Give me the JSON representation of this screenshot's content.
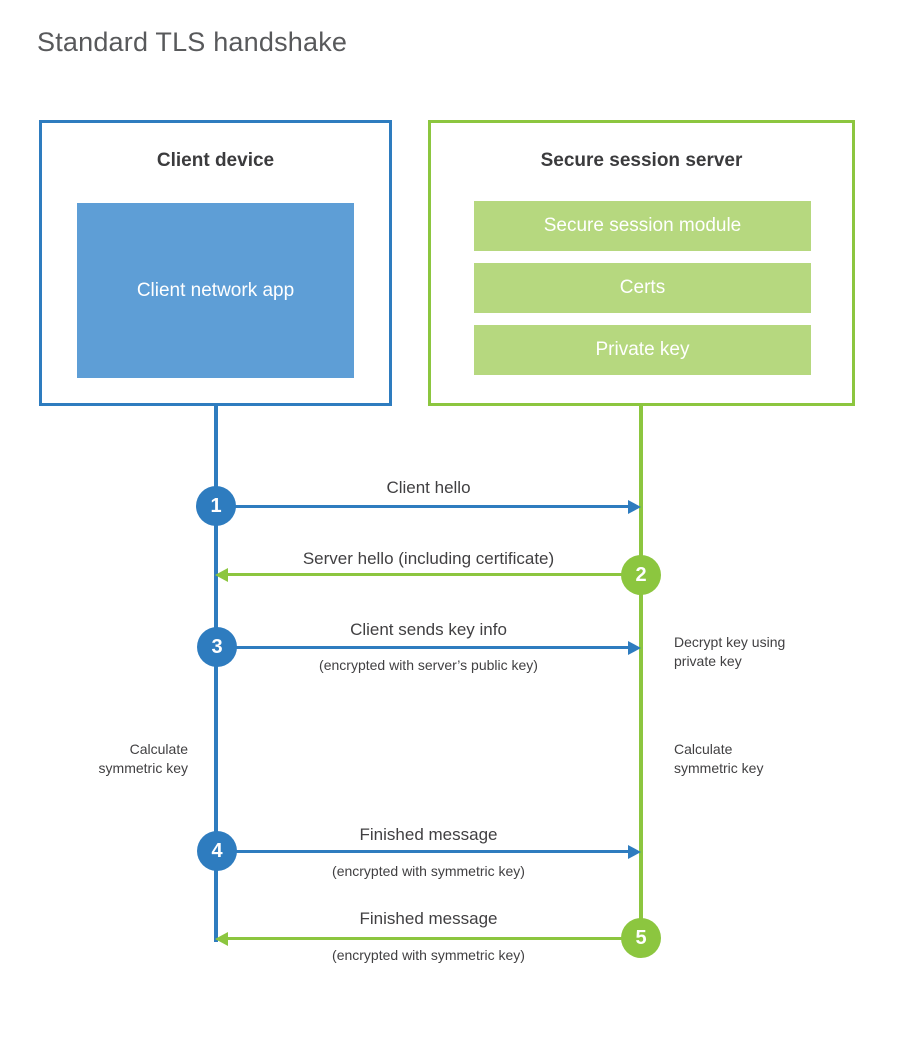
{
  "title": "Standard TLS handshake",
  "parties": {
    "client": {
      "title": "Client device",
      "app_label": "Client network app"
    },
    "server": {
      "title": "Secure session server",
      "modules": [
        {
          "label": "Secure session module"
        },
        {
          "label": "Certs"
        },
        {
          "label": "Private key"
        }
      ]
    }
  },
  "steps": [
    {
      "number": "1",
      "label": "Client hello",
      "sublabel": "",
      "direction": "client-to-server",
      "color": "#2e7cbf"
    },
    {
      "number": "2",
      "label": "Server hello (including certificate)",
      "sublabel": "",
      "direction": "server-to-client",
      "color": "#8cc63f"
    },
    {
      "number": "3",
      "label": "Client sends key info",
      "sublabel": "(encrypted with server’s public key)",
      "direction": "client-to-server",
      "color": "#2e7cbf"
    },
    {
      "number": "4",
      "label": "Finished message",
      "sublabel": "(encrypted with symmetric key)",
      "direction": "client-to-server",
      "color": "#2e7cbf"
    },
    {
      "number": "5",
      "label": "Finished message",
      "sublabel": "(encrypted with symmetric key)",
      "direction": "server-to-client",
      "color": "#8cc63f"
    }
  ],
  "notes": {
    "decrypt_key": "Decrypt key using\nprivate key",
    "calculate_client": "Calculate\nsymmetric key",
    "calculate_server": "Calculate\nsymmetric key"
  },
  "colors": {
    "blue_stroke": "#2e7cbf",
    "blue_fill": "#5e9ed6",
    "green_stroke": "#8cc63f",
    "green_fill": "#b6d87f",
    "title_gray": "#58595b",
    "text_gray": "#414042",
    "background": "#ffffff"
  }
}
